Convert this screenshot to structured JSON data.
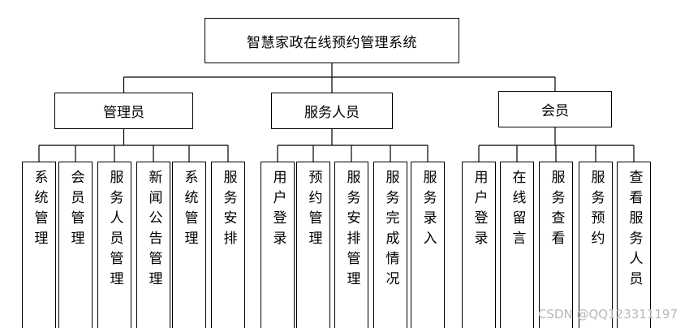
{
  "diagram": {
    "root": "智慧家政在线预约管理系统",
    "categories": [
      {
        "label": "管理员",
        "items": [
          "系统管理",
          "会员管理",
          "服务人员管理",
          "新闻公告管理",
          "系统管理",
          "服务安排"
        ]
      },
      {
        "label": "服务人员",
        "items": [
          "用户登录",
          "预约管理",
          "服务安排管理",
          "服务完成情况",
          "服务录入"
        ]
      },
      {
        "label": "会员",
        "items": [
          "用户登录",
          "在线留言",
          "服务查看",
          "服务预约",
          "查看服务人员"
        ]
      }
    ]
  },
  "watermark": "CSDN @QQ123311197"
}
